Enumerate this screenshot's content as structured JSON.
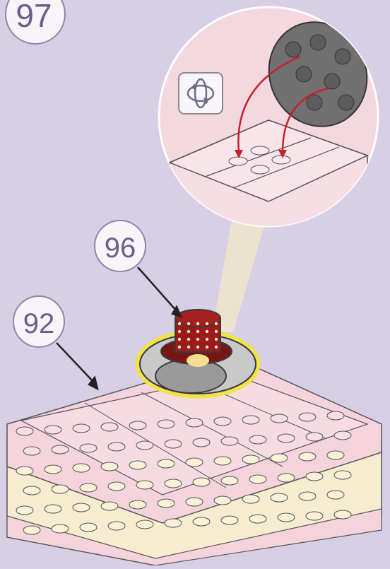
{
  "step": {
    "number": "97"
  },
  "callouts": [
    {
      "label": "96"
    },
    {
      "label": "92"
    }
  ],
  "icons": {
    "rotate": "rotate-model-icon"
  },
  "colors": {
    "background": "#d7cfe6",
    "bubble": "#f3d8df",
    "pink_brick": "#f4d3dc",
    "cream_brick": "#f6ecd0",
    "gray_part": "#7c7c7c",
    "red_part": "#9b1b1b",
    "highlight": "#f2e43a",
    "arrow": "#c8202a",
    "outline": "#3a3a3a"
  }
}
